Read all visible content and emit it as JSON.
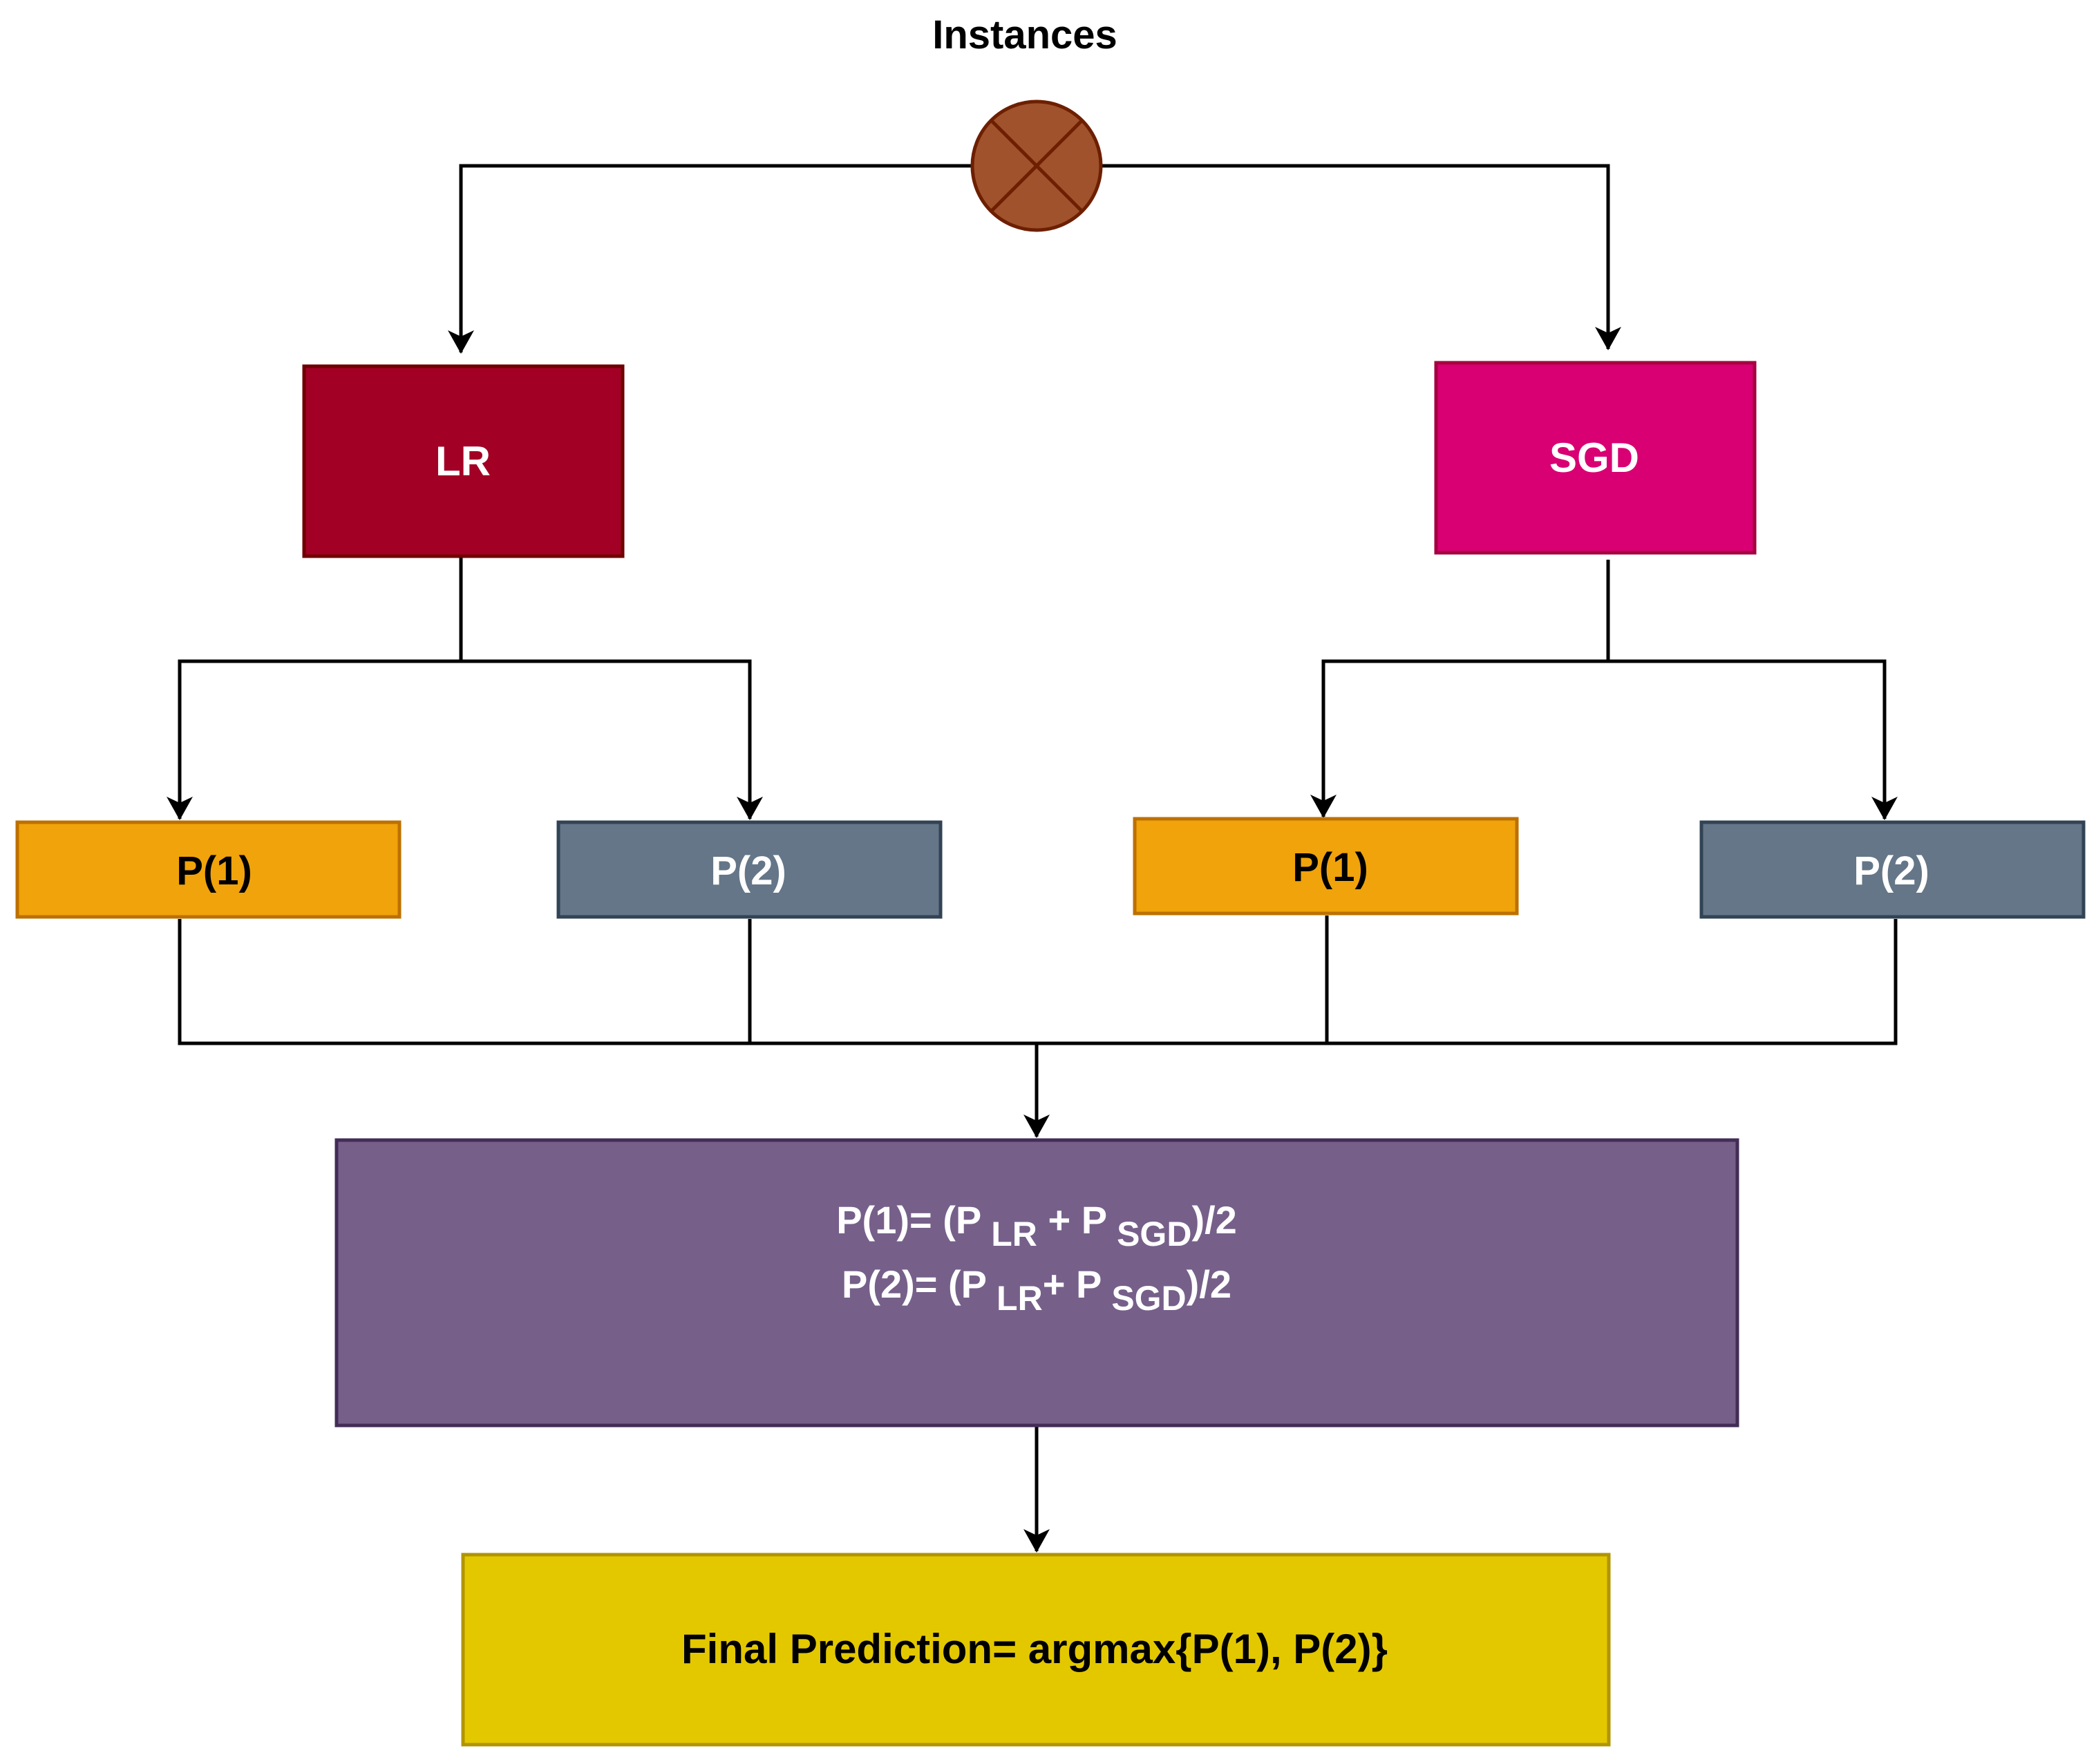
{
  "title": "Instances",
  "models": {
    "lr": {
      "label": "LR"
    },
    "sgd": {
      "label": "SGD"
    }
  },
  "outputs": {
    "lr_p1": "P(1)",
    "lr_p2": "P(2)",
    "sgd_p1": "P(1)",
    "sgd_p2": "P(2)"
  },
  "averaging": {
    "line1": {
      "prefix": "P(1)= (P",
      "sub1": "LR",
      "mid": " + P",
      "sub2": "SGD",
      "suffix": ")/2"
    },
    "line2": {
      "prefix": "P(2)= (P",
      "sub1": "LR",
      "mid": "+ P",
      "sub2": "SGD",
      "suffix": ")/2"
    }
  },
  "final": {
    "label": "Final Prediction= argmax{P(1), P(2)}"
  },
  "colors": {
    "combiner_fill": "#a0522d",
    "combiner_stroke": "#6d1f00",
    "lr_fill": "#a20025",
    "lr_stroke": "#6f0000",
    "sgd_fill": "#d80073",
    "sgd_stroke": "#a50040",
    "p1_fill": "#f0a30a",
    "p1_stroke": "#bd7000",
    "p2_fill": "#647687",
    "p2_stroke": "#314354",
    "avg_fill": "#76608a",
    "avg_stroke": "#432d57",
    "final_fill": "#e3c800",
    "final_stroke": "#b09500"
  }
}
